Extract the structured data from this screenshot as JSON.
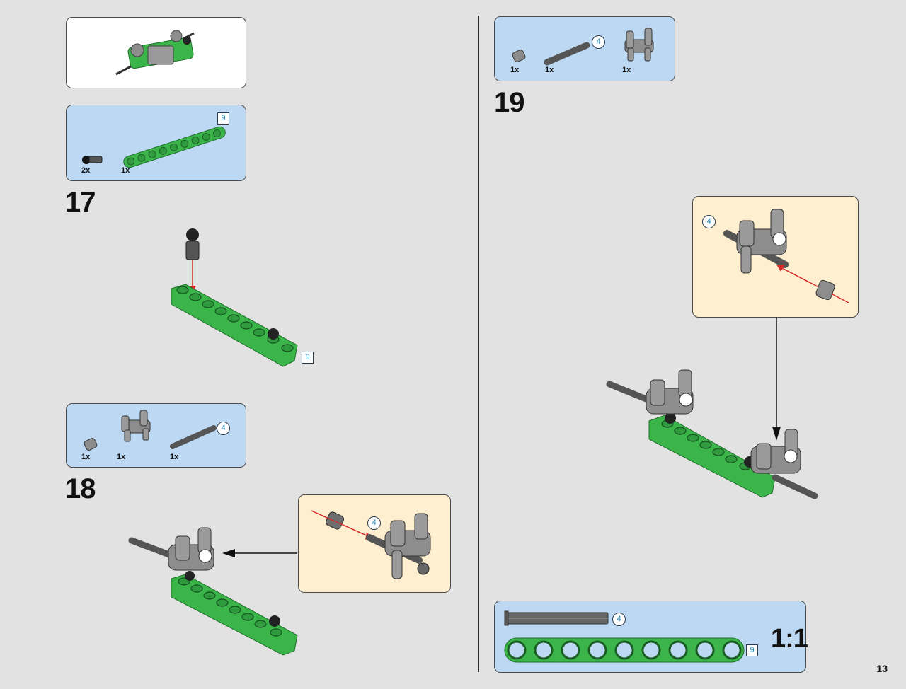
{
  "page": {
    "number": "13"
  },
  "steps": [
    {
      "number": "17"
    },
    {
      "number": "18"
    },
    {
      "number": "19"
    }
  ],
  "parts_lists": {
    "step17": {
      "items": [
        {
          "qty": "2x",
          "icon": "ball-joint-pin-icon"
        },
        {
          "qty": "1x",
          "icon": "green-beam-icon"
        }
      ],
      "beam_length": "9"
    },
    "step18": {
      "items": [
        {
          "qty": "1x",
          "icon": "bush-icon"
        },
        {
          "qty": "1x",
          "icon": "cross-connector-icon"
        },
        {
          "qty": "1x",
          "icon": "axle-icon"
        }
      ],
      "axle_length": "4"
    },
    "step19": {
      "items": [
        {
          "qty": "1x",
          "icon": "bush-icon"
        },
        {
          "qty": "1x",
          "icon": "axle-icon"
        },
        {
          "qty": "1x",
          "icon": "cross-connector-icon"
        }
      ],
      "axle_length": "4"
    }
  },
  "callouts": {
    "step17_beam_length": "9",
    "step18_axle_length": "4",
    "step19_axle_length": "4"
  },
  "ruler": {
    "scale": "1:1",
    "axle_length": "4",
    "beam_length": "9"
  },
  "colors": {
    "blue_panel": "#bcd8f2",
    "cream_panel": "#fdefcf",
    "lego_green": "#3bb54a",
    "arrow_red": "#d42a2a",
    "label_blue": "#1a8bbd"
  }
}
